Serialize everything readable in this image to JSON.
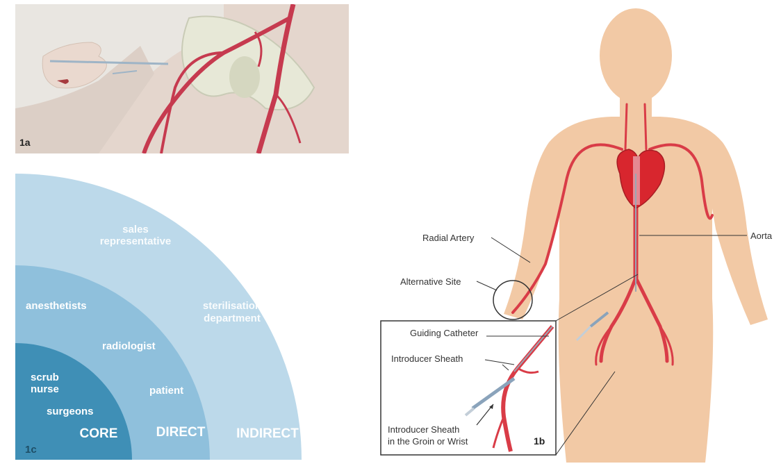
{
  "panel_1a": {
    "label": "1a"
  },
  "panel_1c": {
    "label": "1c",
    "rings": {
      "indirect": {
        "label": "INDIRECT",
        "color": "#bcd9ea",
        "items": [
          "sales",
          "representative",
          "sterilisation",
          "department"
        ]
      },
      "direct": {
        "label": "DIRECT",
        "color": "#8fc0dc",
        "items": [
          "anesthetists",
          "radiologist",
          "patient"
        ]
      },
      "core": {
        "label": "CORE",
        "color": "#3f8fb6",
        "items": [
          "scrub",
          "nurse",
          "surgeons"
        ]
      }
    }
  },
  "panel_1b": {
    "label": "1b",
    "callouts": {
      "radial_artery": "Radial Artery",
      "alternative_site": "Alternative Site",
      "aorta": "Aorta",
      "guiding_catheter": "Guiding Catheter",
      "introducer_sheath": "Introducer Sheath",
      "introducer_sheath_groin_line1": "Introducer Sheath",
      "introducer_sheath_groin_line2": "in the Groin or Wrist"
    },
    "colors": {
      "skin": "#f2c9a5",
      "artery": "#d93c47",
      "heart": "#d8262e"
    }
  }
}
